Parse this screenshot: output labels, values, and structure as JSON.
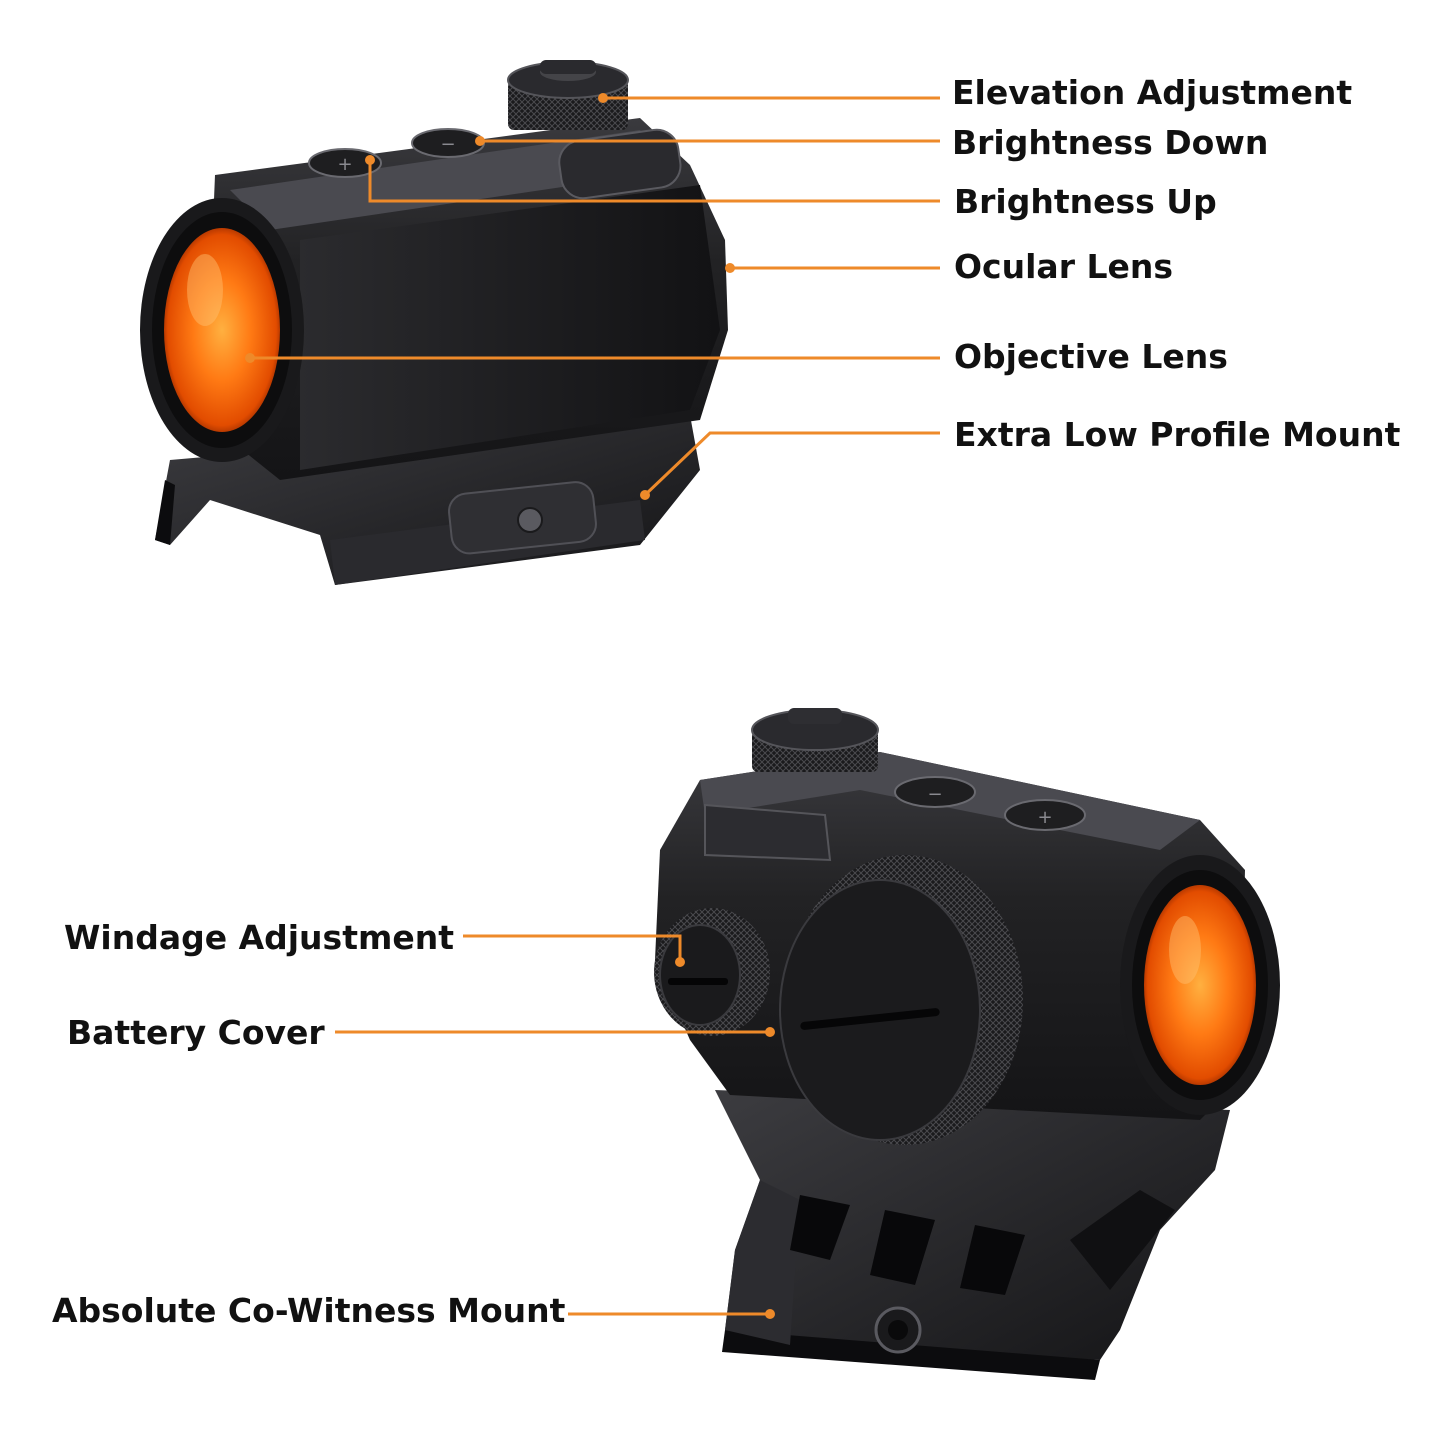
{
  "labels": {
    "elevation_adjustment": "Elevation Adjustment",
    "brightness_down": "Brightness Down",
    "brightness_up": "Brightness Up",
    "ocular_lens": "Ocular Lens",
    "objective_lens": "Objective Lens",
    "extra_low_profile_mount": "Extra Low Profile Mount",
    "windage_adjustment": "Windage Adjustment",
    "battery_cover": "Battery Cover",
    "absolute_co_witness_mount": "Absolute Co-Witness Mount"
  },
  "button_glyphs": {
    "minus": "−",
    "plus": "+"
  },
  "colors": {
    "leader_line": "#ee8a2a",
    "label_text": "#111111",
    "body": "#1c1c1e",
    "body_highlight": "#3a3a3e",
    "lens_core": "#ff7a14",
    "lens_edge": "#c93a00",
    "background": "#ffffff"
  },
  "icons": [
    "red-dot-sight-low-mount",
    "red-dot-sight-cowitness-mount"
  ]
}
